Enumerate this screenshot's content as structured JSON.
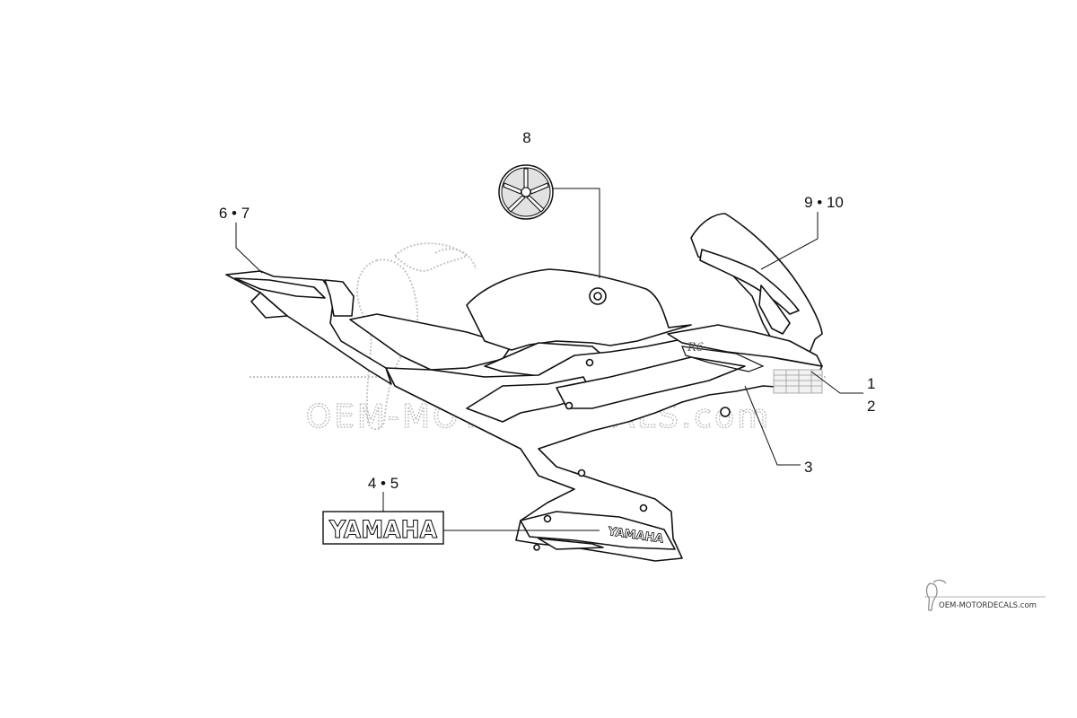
{
  "diagram": {
    "callouts": {
      "c1": "1",
      "c2": "2",
      "c3": "3",
      "c45": "4 • 5",
      "c67": "6 • 7",
      "c8": "8",
      "c910": "9 • 10"
    },
    "decal_text": {
      "yamaha_large": "YAMAHA",
      "yamaha_small": "YAMAHA",
      "model_script": "R6"
    },
    "watermark": {
      "center_text": "OEM-MOTORDECALS.com",
      "corner_text": "OEM-MOTORDECALS.com"
    },
    "colors": {
      "line": "#111111",
      "watermark": "#b8b8b8",
      "background": "#ffffff"
    }
  }
}
